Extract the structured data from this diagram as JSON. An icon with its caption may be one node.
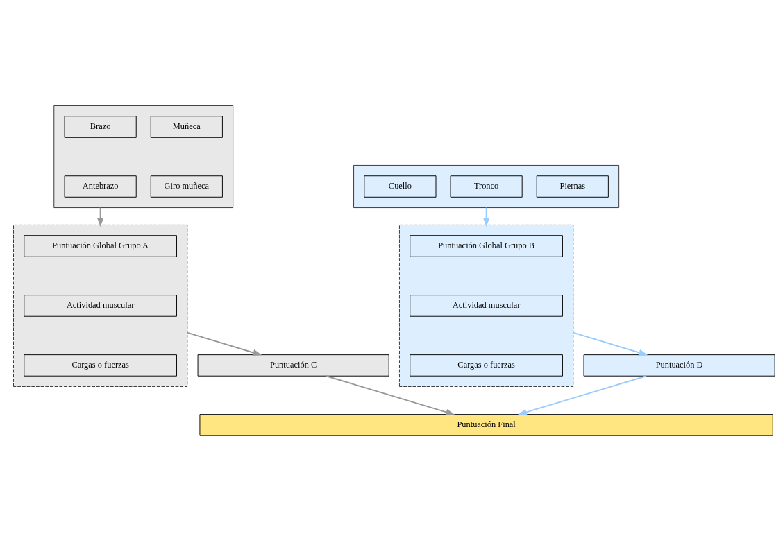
{
  "diagram": {
    "nodes": [
      {
        "text": [],
        "shape": "box"
      },
      {
        "text": [
          "Brazo"
        ],
        "in": 0
      },
      {
        "text": [
          "Muñeca"
        ],
        "in": 0
      },
      {
        "text": [
          "Antebrazo"
        ],
        "in": 0
      },
      {
        "text": [
          "Giro muñeca"
        ],
        "in": 0
      },
      {
        "text": [],
        "shape": "box"
      },
      {
        "text": [
          "Cuello"
        ],
        "in": 5
      },
      {
        "text": [
          "Tronco"
        ],
        "in": 5
      },
      {
        "text": [
          "Piernas"
        ],
        "in": 5
      },
      {
        "text": [],
        "shape": "box"
      },
      {
        "text": [
          "Puntuación Global Grupo A"
        ],
        "in": 9
      },
      {
        "text": [
          "Actividad muscular"
        ],
        "in": 9
      },
      {
        "text": [
          "Cargas o fuerzas"
        ],
        "in": 9
      },
      {
        "text": [],
        "shape": "box"
      },
      {
        "text": [
          "Puntuación Global Grupo B"
        ],
        "in": 13
      },
      {
        "text": [
          "Actividad muscular"
        ],
        "in": 13
      },
      {
        "text": [
          "Cargas o fuerzas"
        ],
        "in": 13
      },
      {
        "text": [
          "Puntuación C"
        ]
      },
      {
        "text": [
          "Puntuación D"
        ]
      },
      {
        "text": [
          "Puntuación Final"
        ]
      }
    ],
    "edges": [
      {
        "from": 0,
        "to": 9,
        "arrow": "to"
      },
      {
        "from": 5,
        "to": 13,
        "arrow": "to",
        "color": "#99ccff"
      },
      {
        "from": 9,
        "to": 17,
        "arrow": "to"
      },
      {
        "from": 13,
        "to": 18,
        "arrow": "to",
        "color": "#99ccff"
      },
      {
        "from": 17,
        "to": 19,
        "arrow": "to"
      },
      {
        "from": 18,
        "to": 19,
        "arrow": "to",
        "color": "#99ccff"
      }
    ]
  }
}
